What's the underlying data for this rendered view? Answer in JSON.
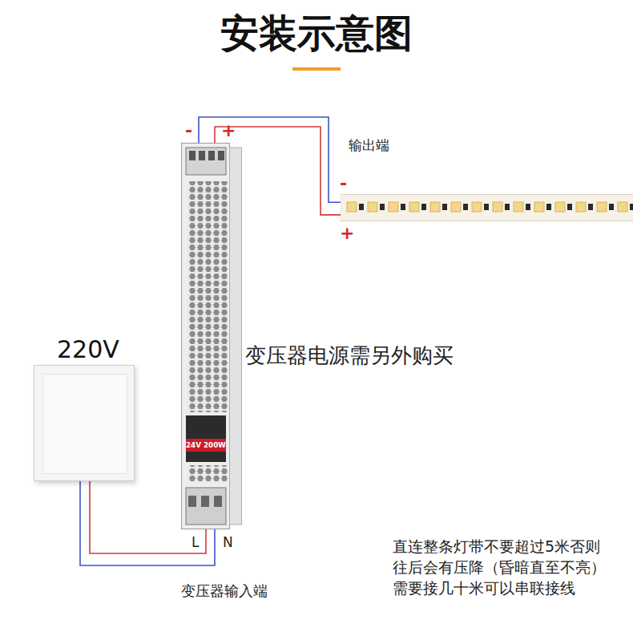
{
  "diagram": {
    "title": "安装示意图",
    "nodes": [
      {
        "text": [
          "220V"
        ]
      },
      {
        "text": [
          "24V 200W"
        ]
      },
      {
        "text": [
          "输出端"
        ]
      }
    ],
    "edges": [
      {
        "from": 0,
        "to": 1,
        "arrow": "none"
      },
      {
        "from": 0,
        "to": 1,
        "arrow": "none"
      },
      {
        "from": 1,
        "to": 2,
        "arrow": "none"
      },
      {
        "from": 1,
        "to": 2,
        "arrow": "none"
      }
    ],
    "labels": [
      "-",
      "+",
      "-",
      "+",
      "L",
      "N",
      "变压器电源需另外购买",
      "变压器输入端",
      "直连整条灯带不要超过5米否则 往后会有压降（昏暗直至不亮） 需要接几十米可以串联接线"
    ]
  }
}
